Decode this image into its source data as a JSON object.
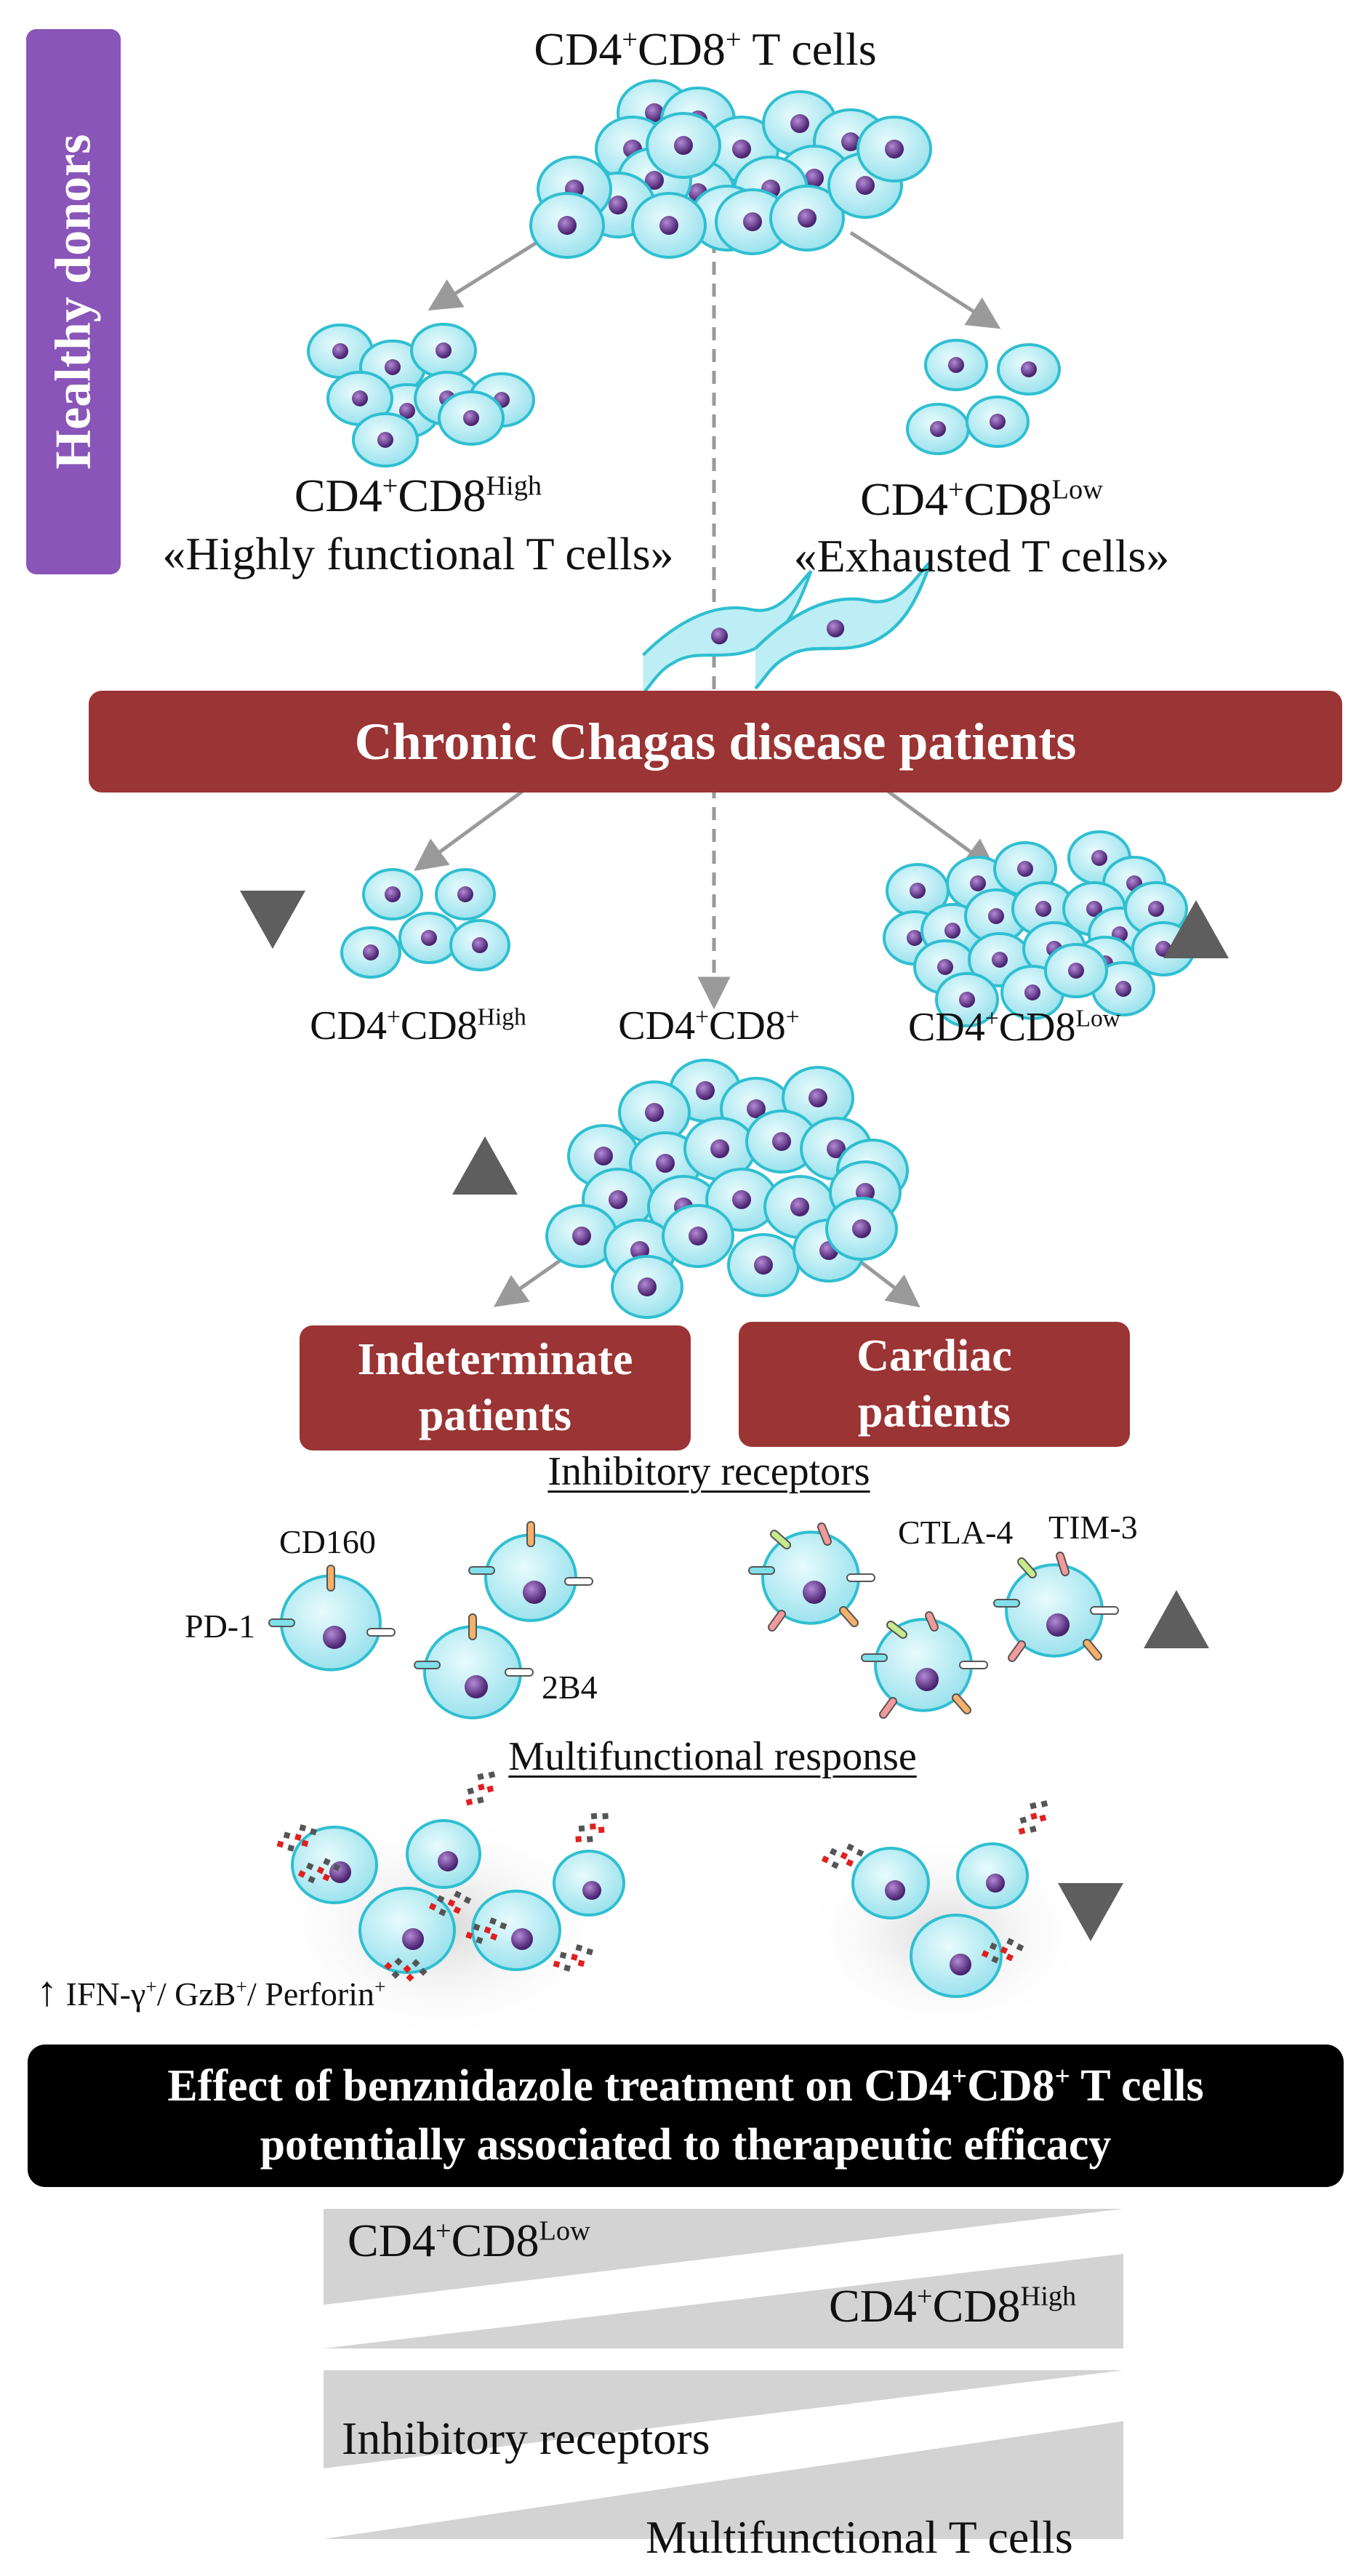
{
  "side_label": "Healthy donors",
  "top_title": {
    "base1": "CD4",
    "sup1": "+",
    "base2": "CD8",
    "sup2": "+",
    "tail": " T cells"
  },
  "high_label": {
    "base1": "CD4",
    "sup1": "+",
    "base2": "CD8",
    "sup2": "High",
    "sub": "«Highly functional T cells»"
  },
  "low_label": {
    "base1": "CD4",
    "sup1": "+",
    "base2": "CD8",
    "sup2": "Low",
    "sub": "«Exhausted T cells»"
  },
  "chagas_bar": "Chronic Chagas disease patients",
  "patients_row": {
    "high": {
      "base1": "CD4",
      "sup1": "+",
      "base2": "CD8",
      "sup2": "High"
    },
    "mid": {
      "base1": "CD4",
      "sup1": "+",
      "base2": "CD8",
      "sup2": "+"
    },
    "low": {
      "base1": "CD4",
      "sup1": "+",
      "base2": "CD8",
      "sup2": "Low"
    }
  },
  "indeterminate": {
    "line1": "Indeterminate",
    "line2": "patients"
  },
  "cardiac": {
    "line1": "Cardiac",
    "line2": "patients"
  },
  "inhibitory_heading": "Inhibitory receptors",
  "receptors": {
    "cd160": "CD160",
    "pd1": "PD-1",
    "b4": "2B4",
    "ctla4": "CTLA-4",
    "tim3": "TIM-3"
  },
  "multifunctional_heading": "Multifunctional response",
  "cytokines": {
    "arrow": "↑",
    "ifn": "IFN-γ",
    "ifn_sup": "+",
    "gzb": "/ GzB",
    "gzb_sup": "+",
    "perf": "/ Perforin",
    "perf_sup": "+"
  },
  "effect": {
    "line1": {
      "pre": "Effect of benznidazole treatment on CD4",
      "sup1": "+",
      "mid": "CD8",
      "sup2": "+",
      "post": " T cells"
    },
    "line2": "potentially associated to therapeutic efficacy"
  },
  "wedge1": {
    "top": {
      "base1": "CD4",
      "sup1": "+",
      "base2": "CD8",
      "sup2": "Low"
    },
    "bottom": {
      "base1": "CD4",
      "sup1": "+",
      "base2": "CD8",
      "sup2": "High"
    }
  },
  "wedge2": {
    "top": "Inhibitory receptors",
    "bottom": "Multifunctional T cells"
  },
  "colors": {
    "cell_fill": "#aeeaf2",
    "cell_stroke": "#2fbfd1",
    "nucleus": "#6b3d96",
    "bar_red": "#9b3434",
    "purple": "#8a55b8",
    "arrow_gray": "#9a9a9a",
    "triangle": "#5e5e5e",
    "wedge": "#d3d3d3"
  },
  "icons": [
    "cell-icon",
    "trypanosome-icon",
    "up-triangle-icon",
    "down-triangle-icon",
    "receptor-icon",
    "cytokine-icon"
  ]
}
